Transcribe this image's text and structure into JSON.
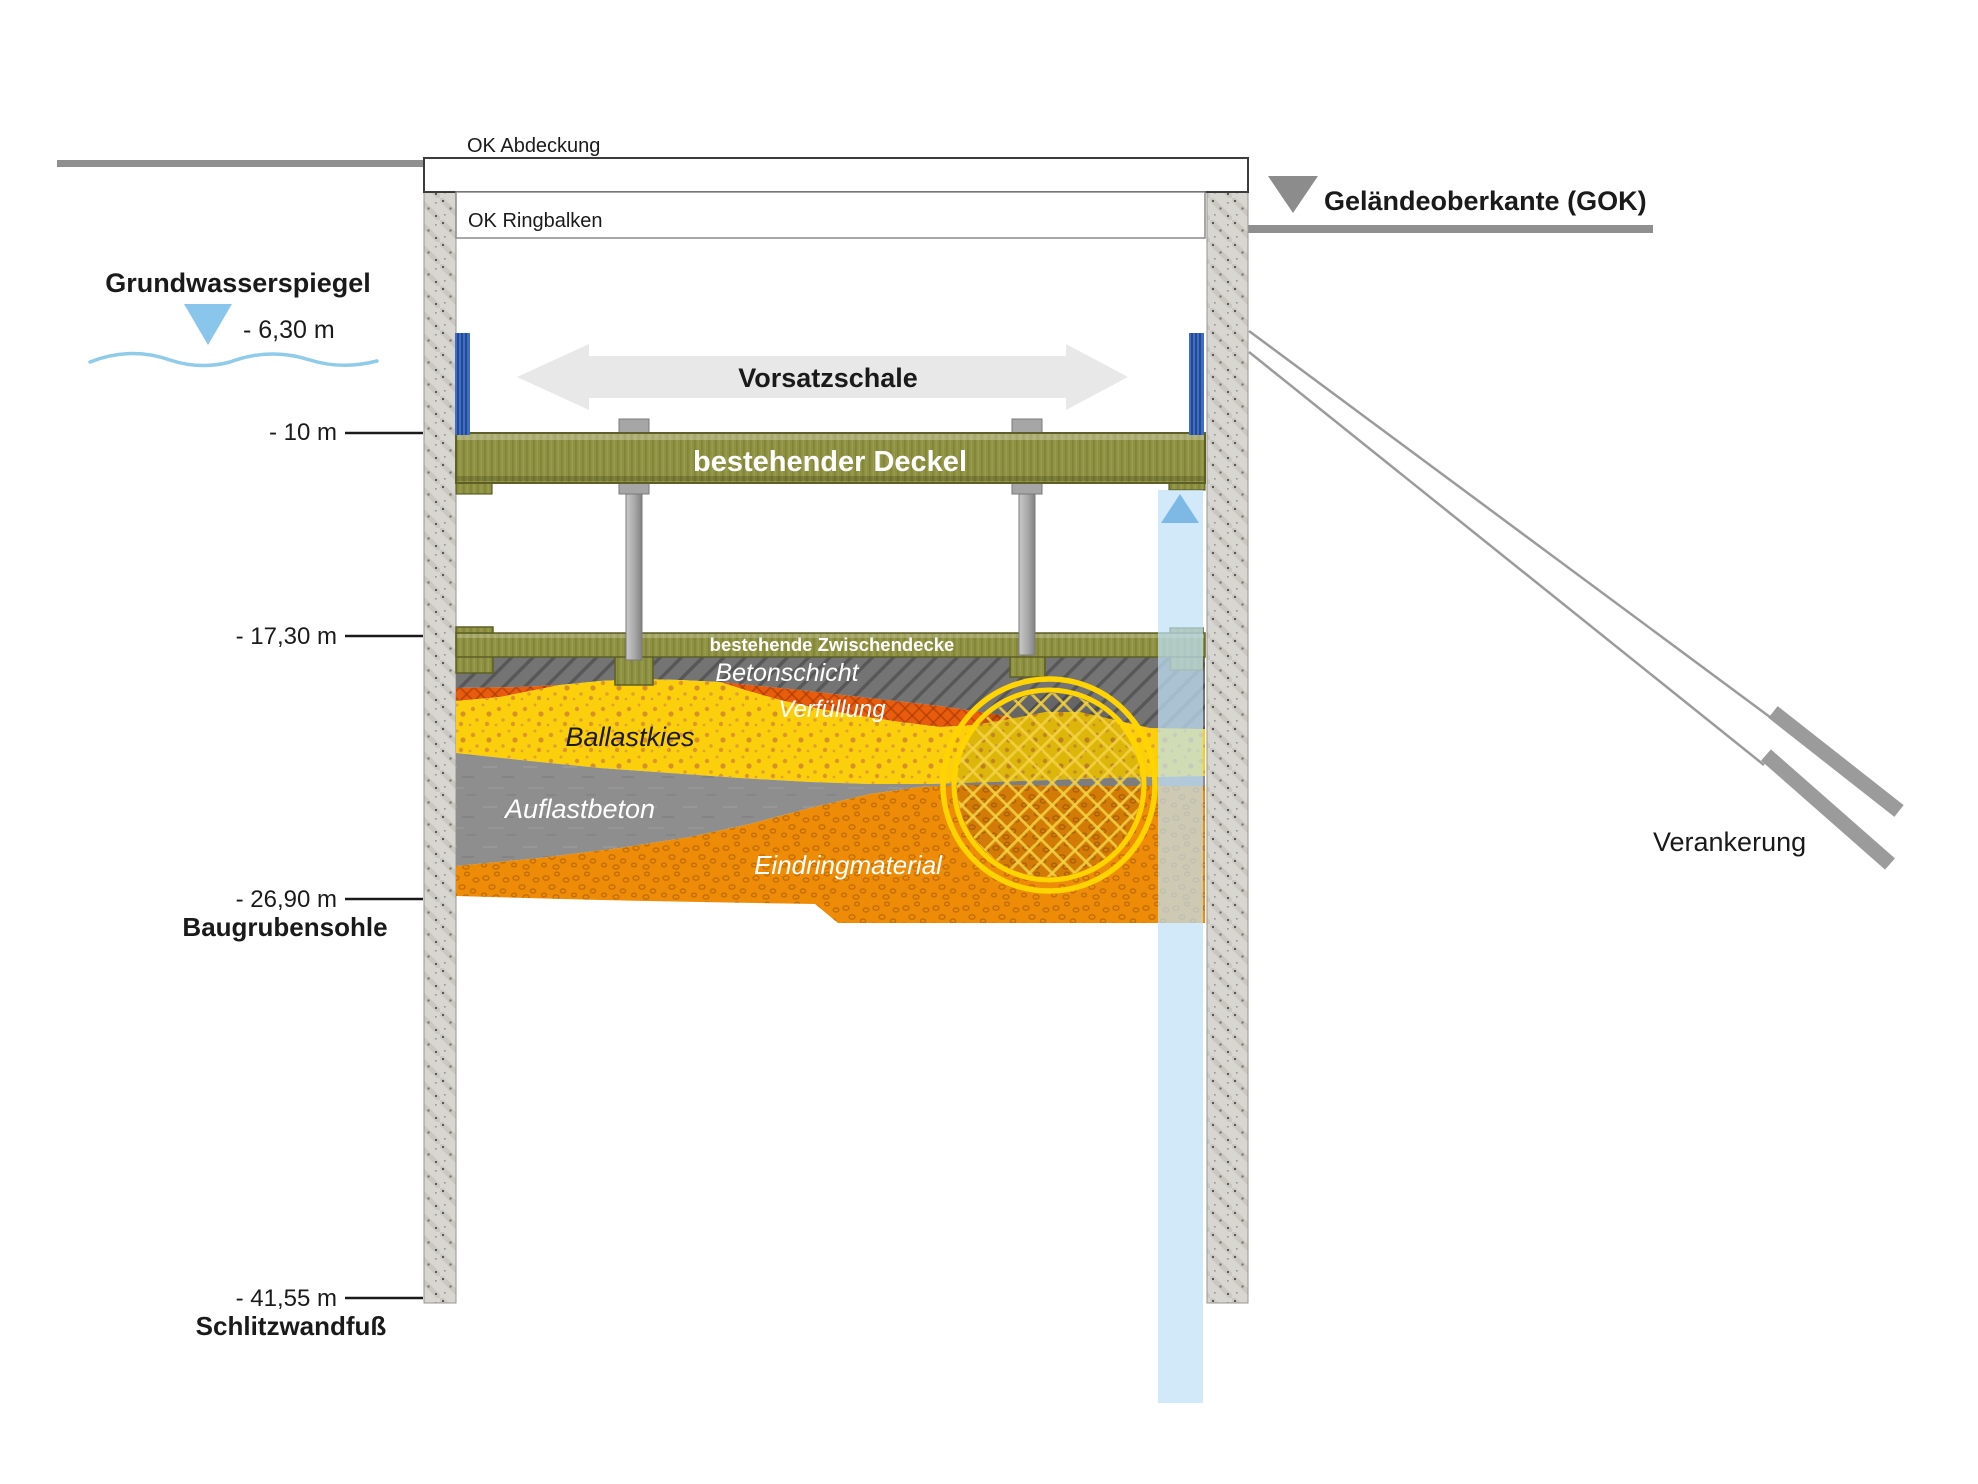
{
  "diagram": {
    "top": {
      "ok_abdeckung": "OK Abdeckung",
      "ok_ringbalken": "OK Ringbalken",
      "gok_label": "Geländeoberkante (GOK)"
    },
    "groundwater": {
      "label": "Grundwasserspiegel",
      "depth": "- 6,30 m"
    },
    "depth_marks": {
      "d10": "- 10 m",
      "d17": "- 17,30 m",
      "d26": "- 26,90 m",
      "d26_name": "Baugrubensohle",
      "d41": "- 41,55 m",
      "d41_name": "Schlitzwandfuß"
    },
    "pit": {
      "vorsatzschale": "Vorsatzschale",
      "deckel": "bestehender Deckel",
      "zwischendecke": "bestehende Zwischendecke",
      "layers": {
        "betonschicht": "Betonschicht",
        "verfuellung": "Verfüllung",
        "ballastkies": "Ballastkies",
        "auflastbeton": "Auflastbeton",
        "eindringmaterial": "Eindringmaterial"
      }
    },
    "anchor": {
      "label": "Verankerung"
    },
    "colors": {
      "ground_line": "#8f8f8f",
      "wall_fill": "#d8d6d1",
      "green": "#8e9140",
      "beton": "#747474",
      "verfuellung": "#e85c0e",
      "ballastkies": "#fccf0c",
      "auflastbeton": "#8e8e8e",
      "eindringmaterial": "#ef8c07",
      "water_column": "#bfe0f5",
      "marker_blue": "#8ac6ec",
      "panel_blue": "#3f6dc0",
      "arrow_gray": "#e8e8e8",
      "circle_yellow": "#ffd400",
      "anchor_gray": "#9b9b9b"
    }
  }
}
